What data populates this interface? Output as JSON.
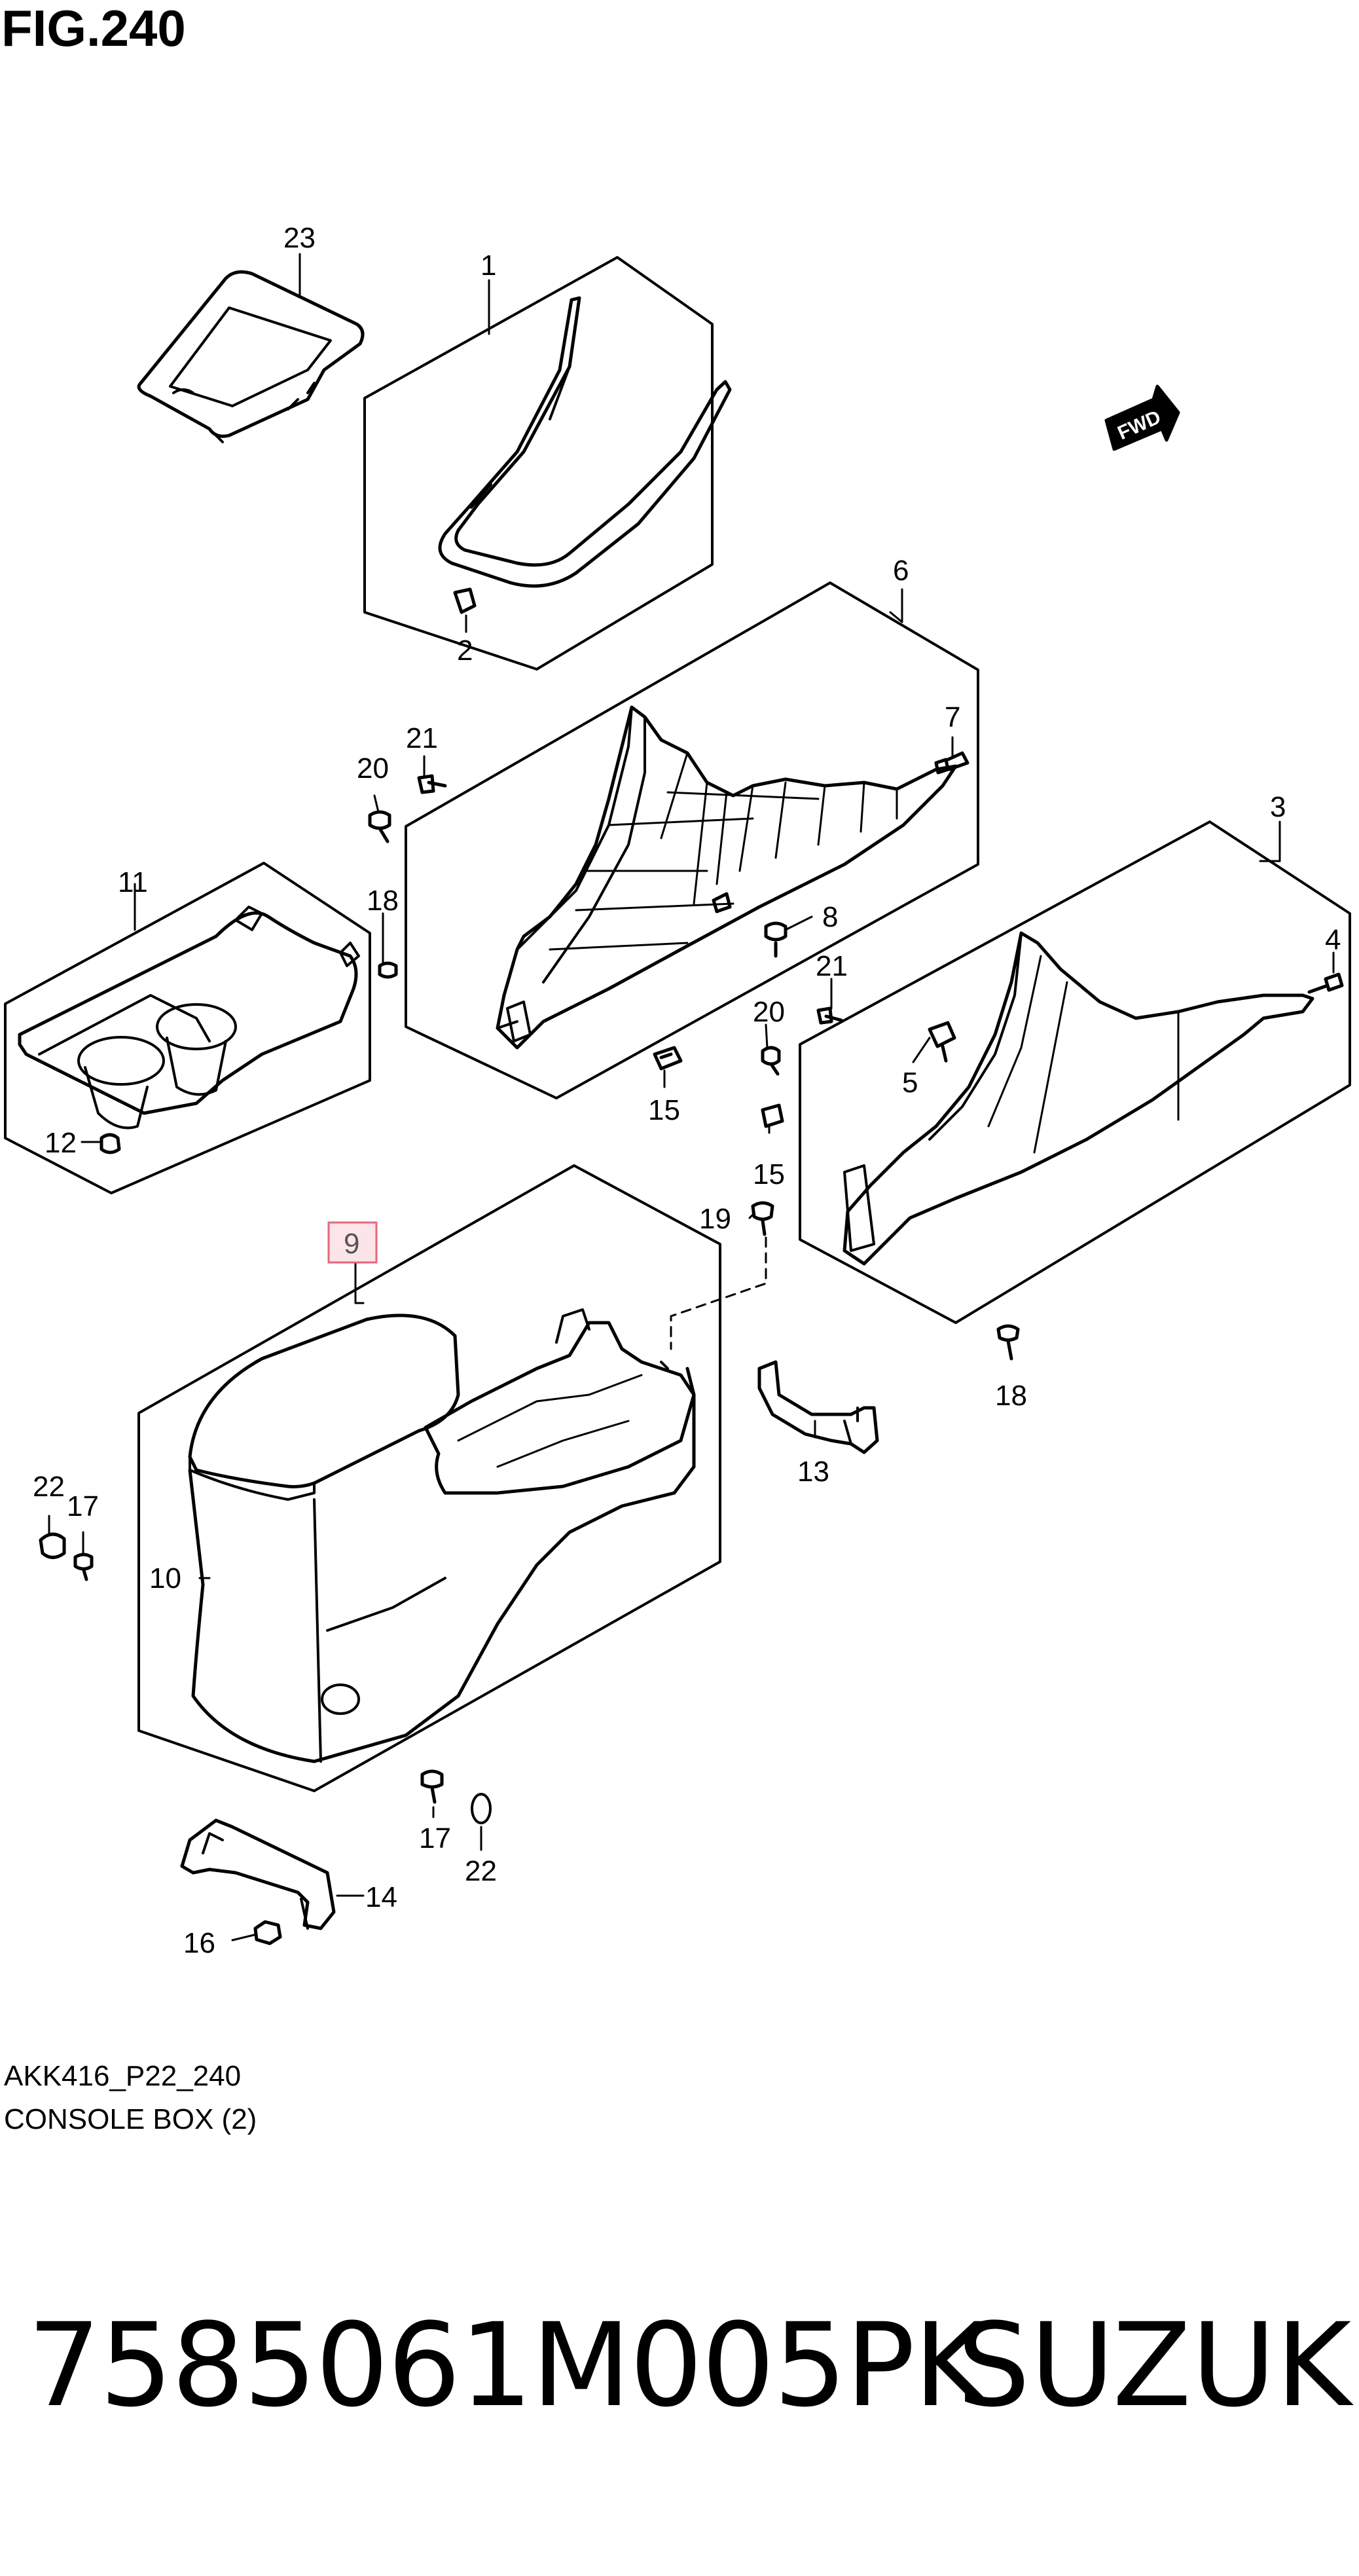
{
  "figure": {
    "title": "FIG.240",
    "code": "AKK416_P22_240",
    "caption": "CONSOLE BOX (2)"
  },
  "fwd_label": "FWD",
  "highlight_color": "#f4a6b4",
  "callouts": [
    {
      "id": "c23",
      "label": "23"
    },
    {
      "id": "c1",
      "label": "1"
    },
    {
      "id": "c2",
      "label": "2"
    },
    {
      "id": "c6",
      "label": "6"
    },
    {
      "id": "c7",
      "label": "7"
    },
    {
      "id": "c21a",
      "label": "21"
    },
    {
      "id": "c20a",
      "label": "20"
    },
    {
      "id": "c11",
      "label": "11"
    },
    {
      "id": "c18a",
      "label": "18"
    },
    {
      "id": "c8",
      "label": "8"
    },
    {
      "id": "c3",
      "label": "3"
    },
    {
      "id": "c4",
      "label": "4"
    },
    {
      "id": "c21b",
      "label": "21"
    },
    {
      "id": "c20b",
      "label": "20"
    },
    {
      "id": "c5",
      "label": "5"
    },
    {
      "id": "c15a",
      "label": "15"
    },
    {
      "id": "c15b",
      "label": "15"
    },
    {
      "id": "c12",
      "label": "12"
    },
    {
      "id": "c19",
      "label": "19"
    },
    {
      "id": "c9",
      "label": "9"
    },
    {
      "id": "c18b",
      "label": "18"
    },
    {
      "id": "c13",
      "label": "13"
    },
    {
      "id": "c22a",
      "label": "22"
    },
    {
      "id": "c17a",
      "label": "17"
    },
    {
      "id": "c10",
      "label": "10"
    },
    {
      "id": "c17b",
      "label": "17"
    },
    {
      "id": "c22b",
      "label": "22"
    },
    {
      "id": "c14",
      "label": "14"
    },
    {
      "id": "c16",
      "label": "16"
    }
  ],
  "listing": {
    "part_number": "7585061M005PK",
    "brand": "SUZUKI"
  }
}
